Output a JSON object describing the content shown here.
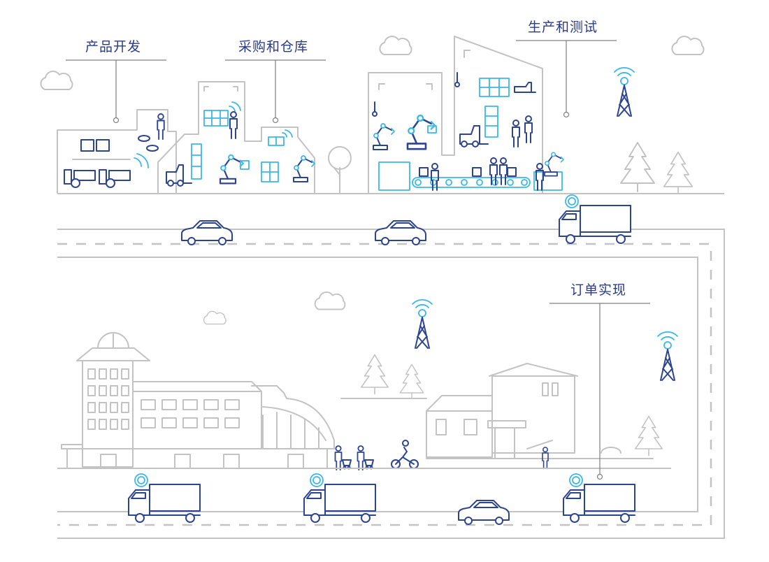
{
  "labels": {
    "product_dev": "产品开发",
    "procurement": "采购和仓库",
    "production": "生产和测试",
    "fulfillment": "订单实现"
  },
  "colors": {
    "label": "#2a3a8a",
    "outline": "#c3c3c3",
    "navy": "#2d4591",
    "cyan": "#3cb8e8"
  }
}
